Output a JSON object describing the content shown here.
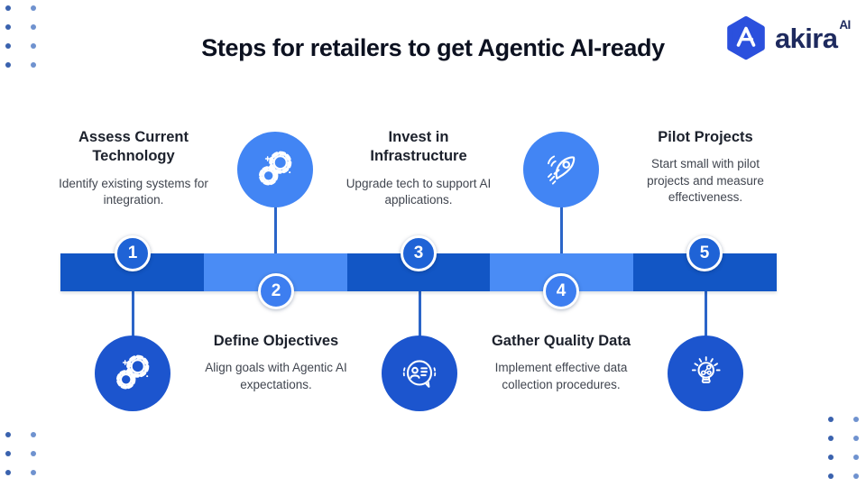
{
  "header": {
    "title": "Steps for retailers to get Agentic AI-ready"
  },
  "logo": {
    "brand": "akira",
    "suffix": "AI",
    "monogram": "A"
  },
  "timeline": {
    "segment_colors": [
      "#1256C5",
      "#4A8CF5",
      "#1256C5",
      "#4A8CF5",
      "#1256C5"
    ],
    "orientation": "horizontal"
  },
  "steps": [
    {
      "number": "1",
      "title": "Assess Current Technology",
      "description": "Identify existing systems for integration.",
      "icon": "gears-icon",
      "variant": "dark",
      "text_position": "above-bar",
      "icon_position": "below-bar"
    },
    {
      "number": "2",
      "title": "Define Objectives",
      "description": "Align goals with Agentic AI expectations.",
      "icon": "gears-icon",
      "variant": "light",
      "text_position": "below-bar",
      "icon_position": "above-bar"
    },
    {
      "number": "3",
      "title": "Invest in Infrastructure",
      "description": "Upgrade tech to support AI applications.",
      "icon": "chat-contact-icon",
      "variant": "dark",
      "text_position": "above-bar",
      "icon_position": "below-bar"
    },
    {
      "number": "4",
      "title": "Gather Quality Data",
      "description": "Implement effective data collection procedures.",
      "icon": "rocket-icon",
      "variant": "light",
      "text_position": "below-bar",
      "icon_position": "above-bar"
    },
    {
      "number": "5",
      "title": "Pilot Projects",
      "description": "Start small with pilot projects and measure effectiveness.",
      "icon": "lightbulb-share-icon",
      "variant": "dark",
      "text_position": "above-bar",
      "icon_position": "below-bar"
    }
  ],
  "colors": {
    "bar_dark": "#1256C5",
    "bar_light": "#4A8CF5",
    "number_circle_dark": "#1F63D6",
    "number_circle_light": "#3D7EF0",
    "icon_circle_dark": "#1C55CE",
    "icon_circle_light": "#4285F4",
    "connector": "#2B65C8",
    "title_text": "#0C1120",
    "heading_text": "#1C212C",
    "body_text": "#40454F",
    "logo_navy": "#1E2A5E",
    "logo_blue": "#2B50DD",
    "decor_dot_dark": "#3A62AE",
    "decor_dot_light": "#6F92CF",
    "background": "#FFFFFF"
  }
}
